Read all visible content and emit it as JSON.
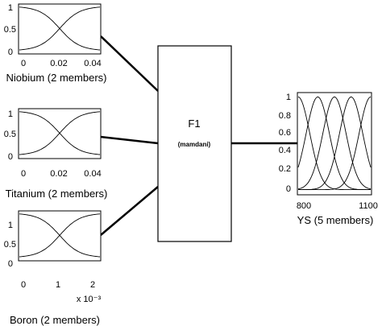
{
  "system": {
    "name": "F1",
    "method": "(mamdani)"
  },
  "inputs": [
    {
      "caption": "Niobium (2 members)",
      "x_ticks": [
        "0",
        "0.02",
        "0.04"
      ],
      "y_ticks": [
        "1",
        "0.5",
        "0"
      ],
      "exponent_label": "",
      "range": [
        0,
        0.04
      ],
      "members": 2
    },
    {
      "caption": "Titanium (2 members)",
      "x_ticks": [
        "0",
        "0.02",
        "0.04"
      ],
      "y_ticks": [
        "1",
        "0.5",
        "0"
      ],
      "exponent_label": "",
      "range": [
        0,
        0.04
      ],
      "members": 2
    },
    {
      "caption": "Boron (2 members)",
      "x_ticks": [
        "0",
        "1",
        "2"
      ],
      "y_ticks": [
        "1",
        "0.5",
        "0"
      ],
      "exponent_label": "x 10⁻³",
      "range": [
        0,
        2
      ],
      "members": 2
    }
  ],
  "output": {
    "caption": "YS (5 members)",
    "x_ticks": [
      "800",
      "1100"
    ],
    "y_ticks": [
      "1",
      "0.8",
      "0.6",
      "0.4",
      "0.2",
      "0"
    ],
    "range": [
      800,
      1100
    ],
    "members": 5
  }
}
